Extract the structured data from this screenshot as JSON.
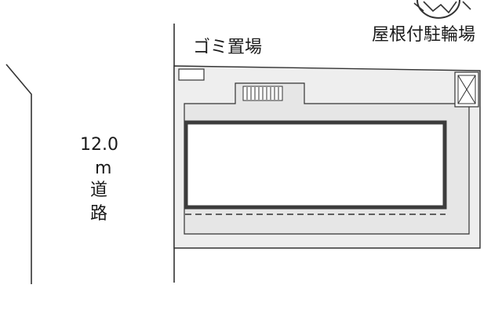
{
  "labels": {
    "garbage": "ゴミ置場",
    "bicycle_parking": "屋根付駐輪場",
    "road_width": "12.0",
    "road_unit": "m",
    "road_char_1": "道",
    "road_char_2": "路"
  },
  "icons": {
    "compass": "compass-icon",
    "bicycle_box": "bicycle-box-icon",
    "stairs": "stairs-icon"
  },
  "colors": {
    "line": "#333333",
    "site_fill": "#eeeeee",
    "building_outline": "#3c3c3c",
    "text": "#1a1a1a"
  }
}
